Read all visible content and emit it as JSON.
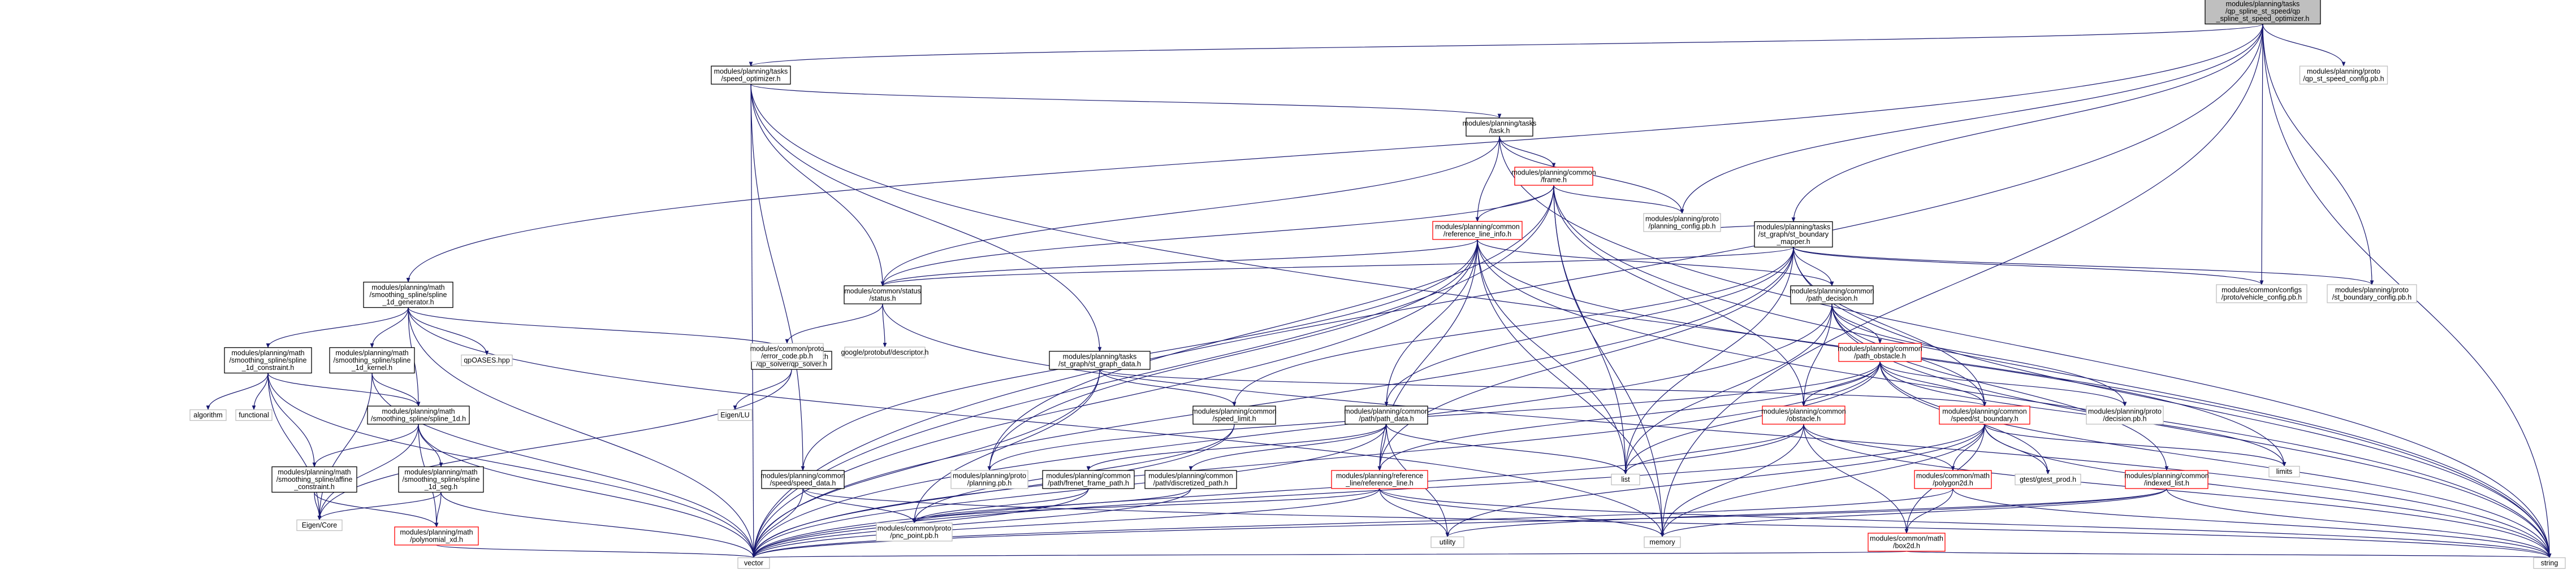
{
  "nodes": {
    "root": [
      "modules/planning/tasks",
      "/qp_spline_st_speed/qp",
      "_spline_st_speed_optimizer.h"
    ],
    "speed_optimizer": [
      "modules/planning/tasks",
      "/speed_optimizer.h"
    ],
    "qp_st_speed_config": [
      "modules/planning/proto",
      "/qp_st_speed_config.pb.h"
    ],
    "task": [
      "modules/planning/tasks",
      "/task.h"
    ],
    "frame": [
      "modules/planning/common",
      "/frame.h"
    ],
    "planning_config": [
      "modules/planning/proto",
      "/planning_config.pb.h"
    ],
    "reference_line_info": [
      "modules/planning/common",
      "/reference_line_info.h"
    ],
    "st_boundary_mapper": [
      "modules/planning/tasks",
      "/st_graph/st_boundary",
      "_mapper.h"
    ],
    "vehicle_config": [
      "modules/common/configs",
      "/proto/vehicle_config.pb.h"
    ],
    "st_boundary_config": [
      "modules/planning/proto",
      "/st_boundary_config.pb.h"
    ],
    "spline_1d_generator": [
      "modules/planning/math",
      "/smoothing_spline/spline",
      "_1d_generator.h"
    ],
    "status": [
      "modules/common/status",
      "/status.h"
    ],
    "path_decision": [
      "modules/planning/common",
      "/path_decision.h"
    ],
    "qp_solver": [
      "modules/common/math",
      "/qp_solver/qp_solver.h"
    ],
    "spline_1d_constraint": [
      "modules/planning/math",
      "/smoothing_spline/spline",
      "_1d_constraint.h"
    ],
    "spline_1d_kernel": [
      "modules/planning/math",
      "/smoothing_spline/spline",
      "_1d_kernel.h"
    ],
    "qpOASES": [
      "qpOASES.hpp"
    ],
    "error_code": [
      "modules/common/proto",
      "/error_code.pb.h"
    ],
    "protobuf_descriptor": [
      "google/protobuf/descriptor.h"
    ],
    "st_graph_data": [
      "modules/planning/tasks",
      "/st_graph/st_graph_data.h"
    ],
    "obstacle": [
      "modules/planning/common",
      "/path_obstacle.h"
    ],
    "eigen_lu": [
      "Eigen/LU"
    ],
    "algorithm": [
      "algorithm"
    ],
    "functional": [
      "functional"
    ],
    "spline_1d": [
      "modules/planning/math",
      "/smoothing_spline/spline_1d.h"
    ],
    "speed_limit": [
      "modules/planning/common",
      "/speed_limit.h"
    ],
    "path_data": [
      "modules/planning/common",
      "/path/path_data.h"
    ],
    "obstacle_h": [
      "modules/planning/common",
      "/obstacle.h"
    ],
    "st_boundary": [
      "modules/planning/common",
      "/speed/st_boundary.h"
    ],
    "decision_pb": [
      "modules/planning/proto",
      "/decision.pb.h"
    ],
    "limits": [
      "limits"
    ],
    "affine_constraint": [
      "modules/planning/math",
      "/smoothing_spline/affine",
      "_constraint.h"
    ],
    "spline_1d_seg": [
      "modules/planning/math",
      "/smoothing_spline/spline",
      "_1d_seg.h"
    ],
    "speed_data": [
      "modules/planning/common",
      "/speed/speed_data.h"
    ],
    "planning_pb": [
      "modules/planning/proto",
      "/planning.pb.h"
    ],
    "frenet_frame_path": [
      "modules/planning/common",
      "/path/frenet_frame_path.h"
    ],
    "discretized_path": [
      "modules/planning/common",
      "/path/discretized_path.h"
    ],
    "reference_line": [
      "modules/planning/reference",
      "_line/reference_line.h"
    ],
    "list": [
      "list"
    ],
    "polygon2d": [
      "modules/common/math",
      "/polygon2d.h"
    ],
    "gtest_prod": [
      "gtest/gtest_prod.h"
    ],
    "indexed_list": [
      "modules/planning/common",
      "/indexed_list.h"
    ],
    "eigen_core": [
      "Eigen/Core"
    ],
    "polynomial_xd": [
      "modules/planning/math",
      "/polynomial_xd.h"
    ],
    "pnc_point": [
      "modules/common/proto",
      "/pnc_point.pb.h"
    ],
    "utility": [
      "utility"
    ],
    "memory": [
      "memory"
    ],
    "box2d": [
      "modules/common/math",
      "/box2d.h"
    ],
    "vector": [
      "vector"
    ],
    "string": [
      "string"
    ]
  },
  "edges": [
    [
      "root",
      "speed_optimizer"
    ],
    [
      "root",
      "qp_st_speed_config"
    ],
    [
      "root",
      "planning_config"
    ],
    [
      "root",
      "st_boundary_mapper"
    ],
    [
      "root",
      "vehicle_config"
    ],
    [
      "root",
      "st_boundary_config"
    ],
    [
      "root",
      "spline_1d_generator"
    ],
    [
      "root",
      "vector"
    ],
    [
      "root",
      "string"
    ],
    [
      "root",
      "memory"
    ],
    [
      "speed_optimizer",
      "task"
    ],
    [
      "speed_optimizer",
      "status"
    ],
    [
      "speed_optimizer",
      "st_graph_data"
    ],
    [
      "speed_optimizer",
      "speed_data"
    ],
    [
      "speed_optimizer",
      "vector"
    ],
    [
      "speed_optimizer",
      "string"
    ],
    [
      "task",
      "frame"
    ],
    [
      "task",
      "reference_line_info"
    ],
    [
      "task",
      "planning_config"
    ],
    [
      "task",
      "status"
    ],
    [
      "task",
      "string"
    ],
    [
      "frame",
      "reference_line_info"
    ],
    [
      "frame",
      "planning_config"
    ],
    [
      "frame",
      "status"
    ],
    [
      "frame",
      "obstacle_h"
    ],
    [
      "frame",
      "planning_pb"
    ],
    [
      "frame",
      "list"
    ],
    [
      "frame",
      "memory"
    ],
    [
      "frame",
      "vector"
    ],
    [
      "frame",
      "string"
    ],
    [
      "reference_line_info",
      "path_decision"
    ],
    [
      "reference_line_info",
      "path_data"
    ],
    [
      "reference_line_info",
      "speed_data"
    ],
    [
      "reference_line_info",
      "reference_line"
    ],
    [
      "reference_line_info",
      "planning_pb"
    ],
    [
      "reference_line_info",
      "status"
    ],
    [
      "reference_line_info",
      "list"
    ],
    [
      "reference_line_info",
      "memory"
    ],
    [
      "reference_line_info",
      "vector"
    ],
    [
      "reference_line_info",
      "string"
    ],
    [
      "reference_line_info",
      "limits"
    ],
    [
      "st_boundary_mapper",
      "status"
    ],
    [
      "st_boundary_mapper",
      "path_decision"
    ],
    [
      "st_boundary_mapper",
      "st_boundary"
    ],
    [
      "st_boundary_mapper",
      "speed_limit"
    ],
    [
      "st_boundary_mapper",
      "path_data"
    ],
    [
      "st_boundary_mapper",
      "reference_line"
    ],
    [
      "st_boundary_mapper",
      "vehicle_config"
    ],
    [
      "st_boundary_mapper",
      "st_boundary_config"
    ],
    [
      "st_boundary_mapper",
      "planning_config"
    ],
    [
      "st_boundary_mapper",
      "vector"
    ],
    [
      "st_boundary_mapper",
      "string"
    ],
    [
      "st_boundary_mapper",
      "list"
    ],
    [
      "spline_1d_generator",
      "qp_solver"
    ],
    [
      "spline_1d_generator",
      "spline_1d_constraint"
    ],
    [
      "spline_1d_generator",
      "spline_1d_kernel"
    ],
    [
      "spline_1d_generator",
      "spline_1d"
    ],
    [
      "spline_1d_generator",
      "qpOASES"
    ],
    [
      "spline_1d_generator",
      "vector"
    ],
    [
      "spline_1d_generator",
      "memory"
    ],
    [
      "status",
      "error_code"
    ],
    [
      "status",
      "protobuf_descriptor"
    ],
    [
      "status",
      "string"
    ],
    [
      "path_decision",
      "obstacle"
    ],
    [
      "path_decision",
      "obstacle_h"
    ],
    [
      "path_decision",
      "st_boundary"
    ],
    [
      "path_decision",
      "decision_pb"
    ],
    [
      "path_decision",
      "indexed_list"
    ],
    [
      "path_decision",
      "list"
    ],
    [
      "path_decision",
      "string"
    ],
    [
      "path_decision",
      "vector"
    ],
    [
      "qp_solver",
      "eigen_lu"
    ],
    [
      "qp_solver",
      "eigen_core"
    ],
    [
      "spline_1d_constraint",
      "algorithm"
    ],
    [
      "spline_1d_constraint",
      "functional"
    ],
    [
      "spline_1d_constraint",
      "spline_1d"
    ],
    [
      "spline_1d_constraint",
      "affine_constraint"
    ],
    [
      "spline_1d_constraint",
      "eigen_core"
    ],
    [
      "spline_1d_constraint",
      "vector"
    ],
    [
      "spline_1d_kernel",
      "spline_1d"
    ],
    [
      "spline_1d_kernel",
      "eigen_core"
    ],
    [
      "spline_1d_kernel",
      "vector"
    ],
    [
      "st_graph_data",
      "st_boundary"
    ],
    [
      "st_graph_data",
      "speed_limit"
    ],
    [
      "st_graph_data",
      "pnc_point"
    ],
    [
      "st_graph_data",
      "vector"
    ],
    [
      "obstacle",
      "obstacle_h"
    ],
    [
      "obstacle",
      "st_boundary"
    ],
    [
      "obstacle",
      "decision_pb"
    ],
    [
      "obstacle",
      "reference_line"
    ],
    [
      "obstacle",
      "planning_pb"
    ],
    [
      "obstacle",
      "gtest_prod"
    ],
    [
      "obstacle",
      "list"
    ],
    [
      "obstacle",
      "limits"
    ],
    [
      "obstacle",
      "string"
    ],
    [
      "obstacle",
      "vector"
    ],
    [
      "spline_1d",
      "affine_constraint"
    ],
    [
      "spline_1d",
      "spline_1d_seg"
    ],
    [
      "spline_1d",
      "polynomial_xd"
    ],
    [
      "spline_1d",
      "eigen_core"
    ],
    [
      "spline_1d",
      "vector"
    ],
    [
      "speed_limit",
      "pnc_point"
    ],
    [
      "speed_limit",
      "vector"
    ],
    [
      "path_data",
      "frenet_frame_path"
    ],
    [
      "path_data",
      "discretized_path"
    ],
    [
      "path_data",
      "reference_line"
    ],
    [
      "path_data",
      "list"
    ],
    [
      "path_data",
      "utility"
    ],
    [
      "path_data",
      "vector"
    ],
    [
      "obstacle_h",
      "polygon2d"
    ],
    [
      "obstacle_h",
      "box2d"
    ],
    [
      "obstacle_h",
      "list"
    ],
    [
      "obstacle_h",
      "memory"
    ],
    [
      "obstacle_h",
      "string"
    ],
    [
      "obstacle_h",
      "vector"
    ],
    [
      "st_boundary",
      "polygon2d"
    ],
    [
      "st_boundary",
      "box2d"
    ],
    [
      "st_boundary",
      "gtest_prod"
    ],
    [
      "st_boundary",
      "utility"
    ],
    [
      "st_boundary",
      "limits"
    ],
    [
      "st_boundary",
      "string"
    ],
    [
      "st_boundary",
      "vector"
    ],
    [
      "st_boundary",
      "memory"
    ],
    [
      "affine_constraint",
      "polynomial_xd"
    ],
    [
      "affine_constraint",
      "eigen_core"
    ],
    [
      "spline_1d_seg",
      "polynomial_xd"
    ],
    [
      "spline_1d_seg",
      "eigen_core"
    ],
    [
      "spline_1d_seg",
      "vector"
    ],
    [
      "speed_data",
      "pnc_point"
    ],
    [
      "speed_data",
      "vector"
    ],
    [
      "speed_data",
      "string"
    ],
    [
      "frenet_frame_path",
      "pnc_point"
    ],
    [
      "frenet_frame_path",
      "vector"
    ],
    [
      "discretized_path",
      "pnc_point"
    ],
    [
      "discretized_path",
      "vector"
    ],
    [
      "reference_line",
      "pnc_point"
    ],
    [
      "reference_line",
      "utility"
    ],
    [
      "reference_line",
      "vector"
    ],
    [
      "reference_line",
      "string"
    ],
    [
      "reference_line",
      "memory"
    ],
    [
      "polygon2d",
      "box2d"
    ],
    [
      "polygon2d",
      "vector"
    ],
    [
      "polygon2d",
      "string"
    ],
    [
      "indexed_list",
      "memory"
    ],
    [
      "indexed_list",
      "utility"
    ],
    [
      "indexed_list",
      "vector"
    ],
    [
      "indexed_list",
      "string"
    ],
    [
      "polynomial_xd",
      "vector"
    ],
    [
      "box2d",
      "vector"
    ],
    [
      "box2d",
      "string"
    ]
  ]
}
